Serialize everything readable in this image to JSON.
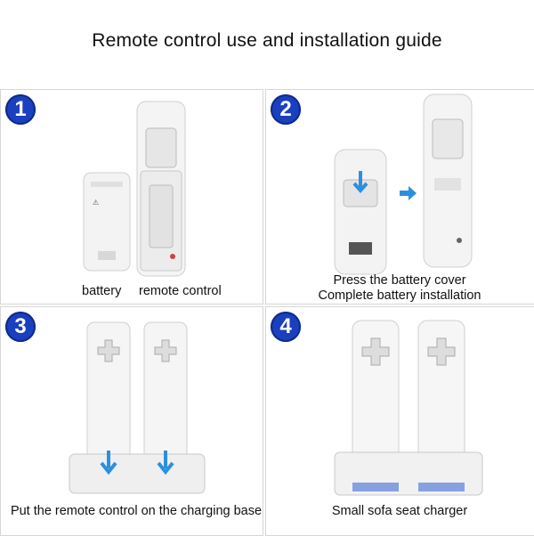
{
  "title": "Remote control use and installation guide",
  "steps": [
    {
      "number": "1",
      "captions": [
        "battery",
        "remote control"
      ]
    },
    {
      "number": "2",
      "captions": [
        "Press the battery cover",
        "Complete battery installation"
      ]
    },
    {
      "number": "3",
      "captions": [
        "Put the remote control on the charging base"
      ]
    },
    {
      "number": "4",
      "captions": [
        "Small sofa seat charger"
      ]
    }
  ],
  "colors": {
    "badge": "#1a3fbf",
    "arrow": "#2b8fe0",
    "device": "#f2f2f2"
  }
}
